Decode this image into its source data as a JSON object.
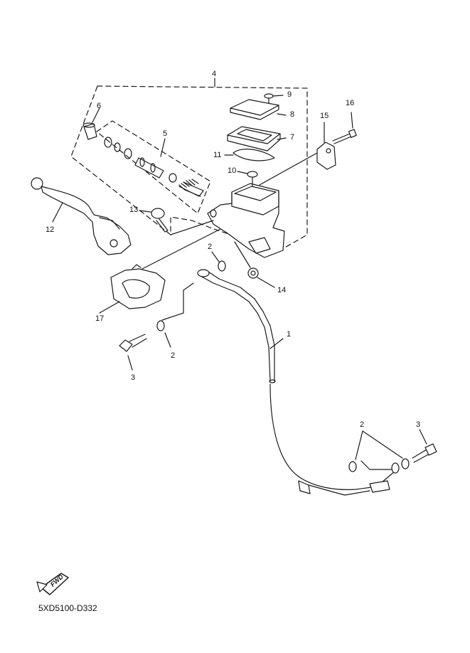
{
  "callouts": [
    {
      "id": "c4",
      "text": "4"
    },
    {
      "id": "c9",
      "text": "9"
    },
    {
      "id": "c6",
      "text": "6"
    },
    {
      "id": "c8",
      "text": "8"
    },
    {
      "id": "c16",
      "text": "16"
    },
    {
      "id": "c15",
      "text": "15"
    },
    {
      "id": "c5",
      "text": "5"
    },
    {
      "id": "c7",
      "text": "7"
    },
    {
      "id": "c11",
      "text": "11"
    },
    {
      "id": "c10",
      "text": "10"
    },
    {
      "id": "c13",
      "text": "13"
    },
    {
      "id": "c12",
      "text": "12"
    },
    {
      "id": "c2a",
      "text": "2"
    },
    {
      "id": "c14",
      "text": "14"
    },
    {
      "id": "c17",
      "text": "17"
    },
    {
      "id": "c1",
      "text": "1"
    },
    {
      "id": "c2b",
      "text": "2"
    },
    {
      "id": "c3a",
      "text": "3"
    },
    {
      "id": "c2c",
      "text": "2"
    },
    {
      "id": "c3b",
      "text": "3"
    }
  ],
  "fwd_badge": "FWD",
  "diagram_code": "5XD5100-D332",
  "colors": {
    "line": "#1a1a1a",
    "fill": "#ffffff"
  }
}
